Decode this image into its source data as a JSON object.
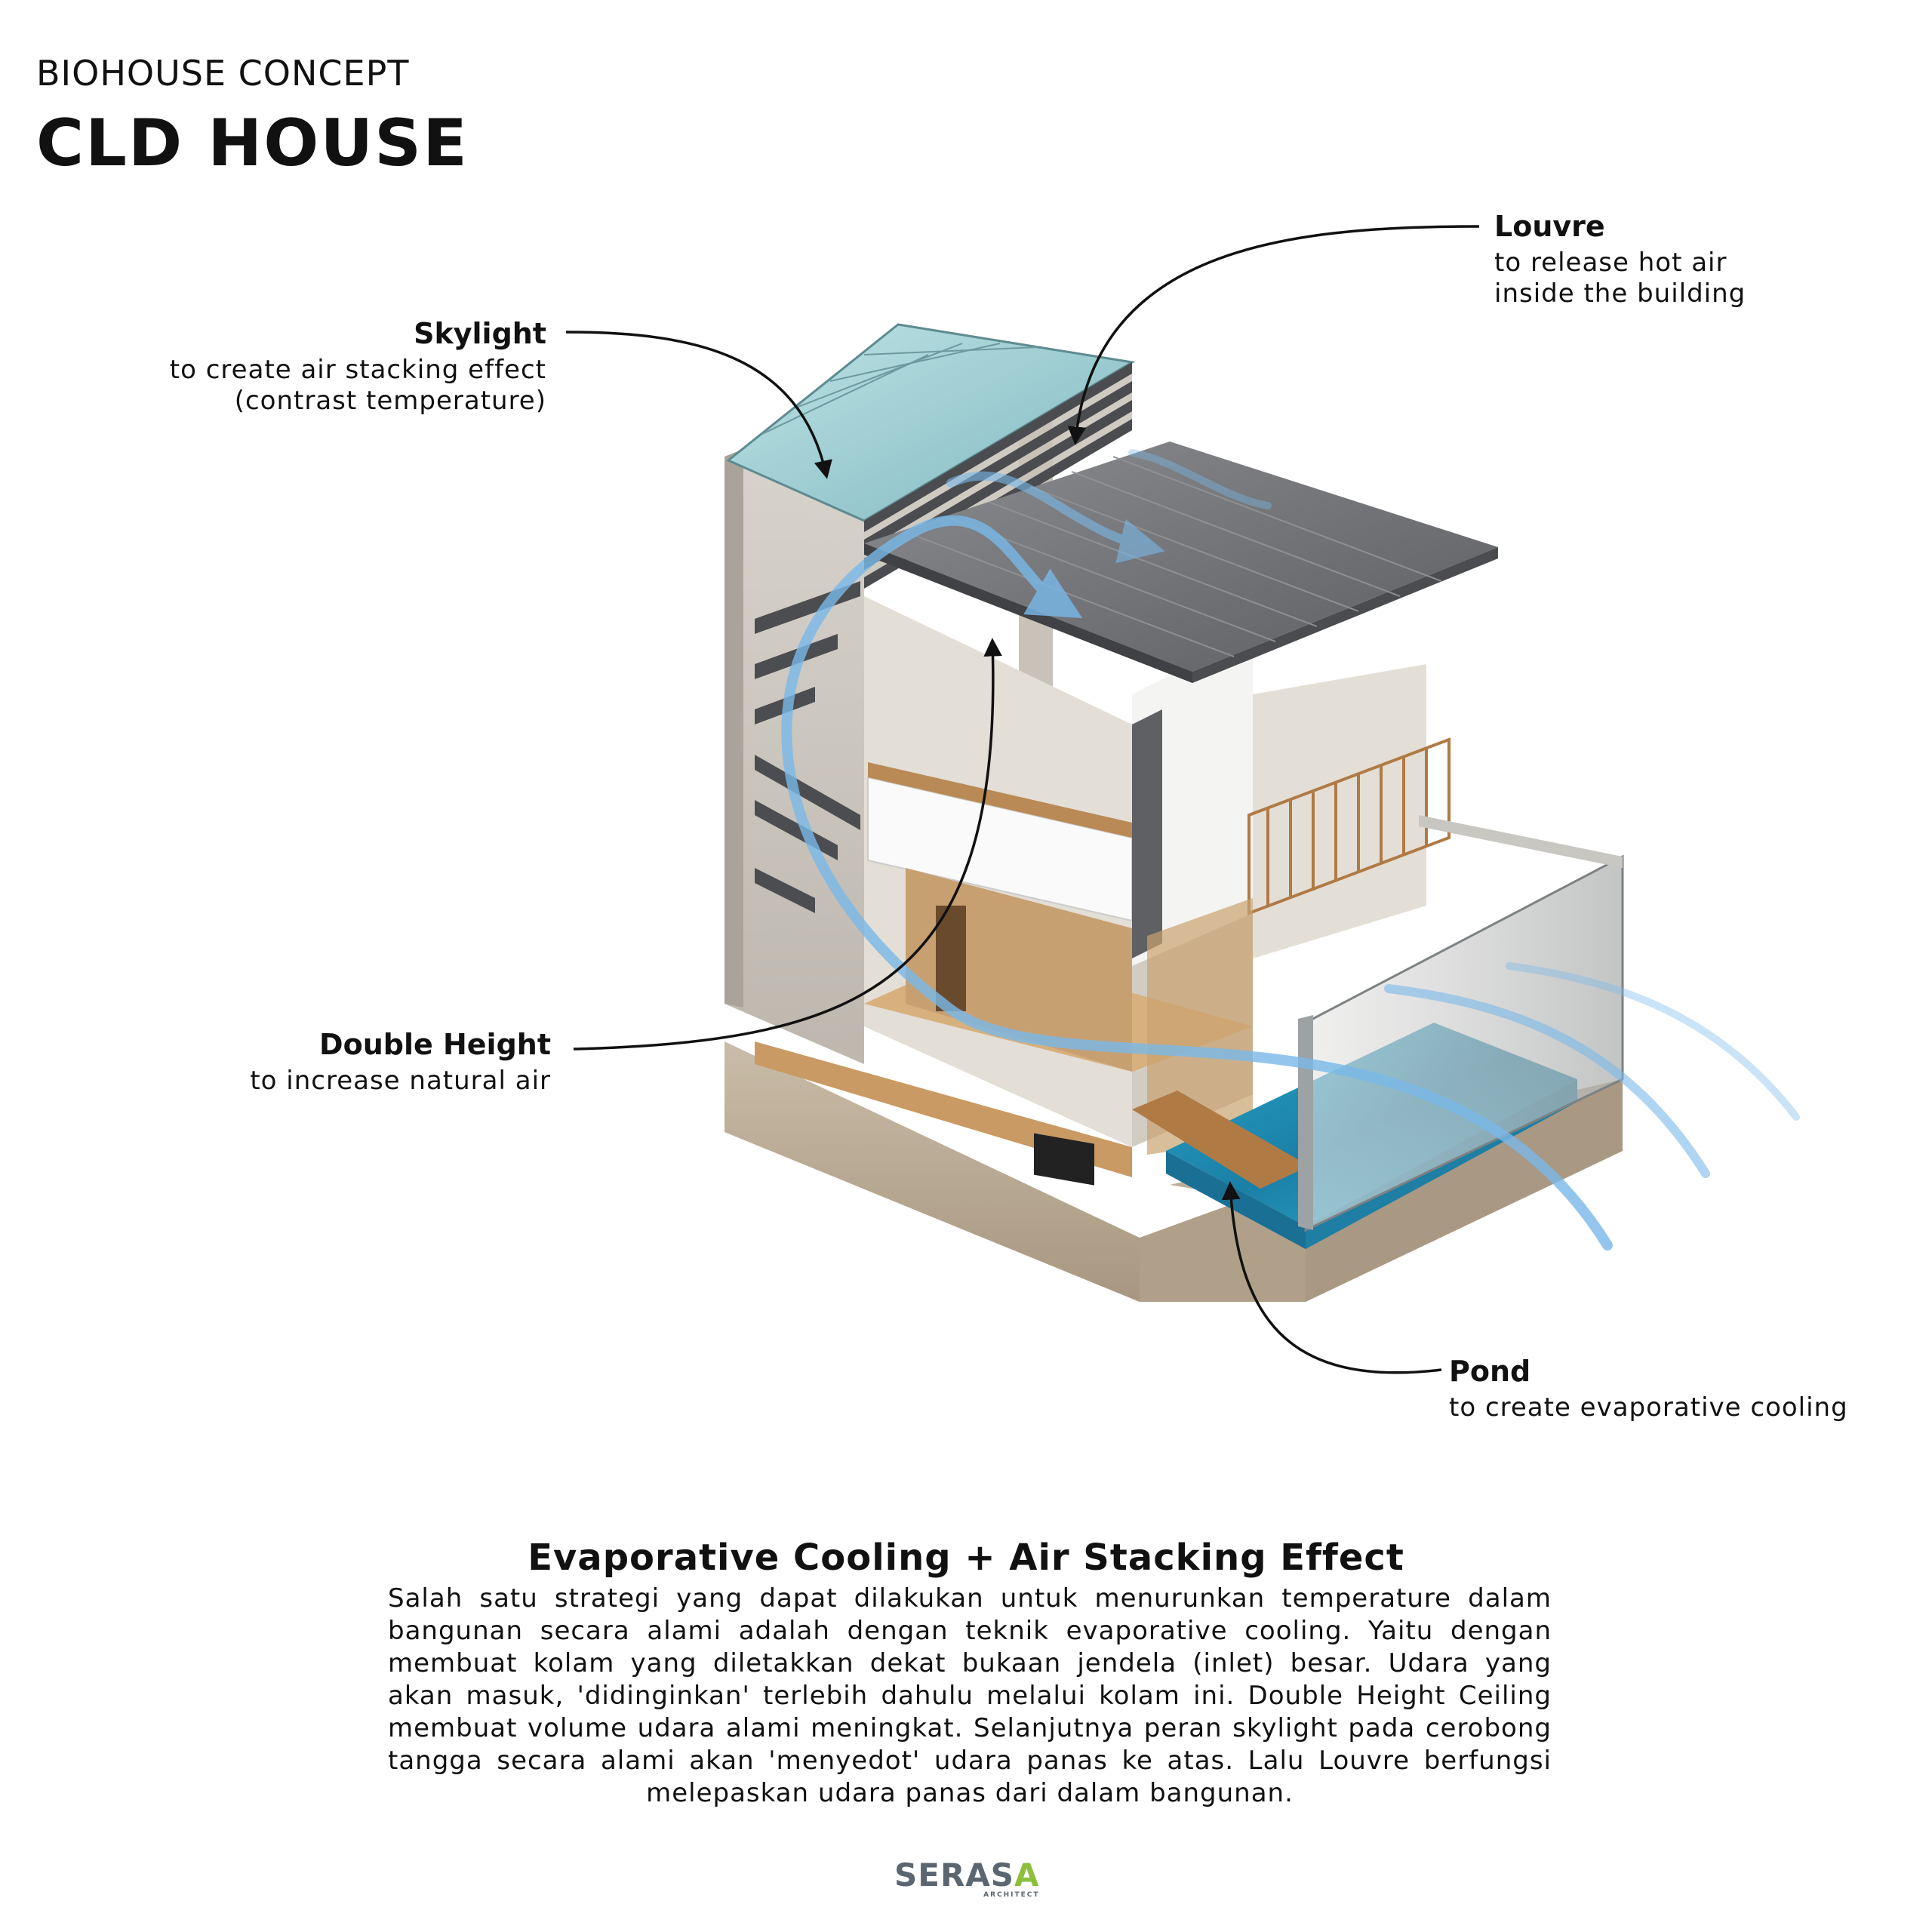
{
  "header": {
    "subtitle": "BIOHOUSE CONCEPT",
    "title": "CLD HOUSE"
  },
  "annotations": {
    "skylight": {
      "title": "Skylight",
      "desc": [
        "to create air stacking effect",
        "(contrast temperature)"
      ]
    },
    "louvre": {
      "title": "Louvre",
      "desc": [
        "to release hot air",
        "inside the building"
      ]
    },
    "double_height": {
      "title": "Double Height",
      "desc": [
        "to increase natural air"
      ]
    },
    "pond": {
      "title": "Pond",
      "desc": [
        "to create evaporative cooling"
      ]
    }
  },
  "section": {
    "heading": "Evaporative Cooling + Air Stacking Effect",
    "body": "Salah satu strategi yang dapat dilakukan untuk menurunkan temperature dalam bangunan secara alami adalah dengan teknik evaporative cooling. Yaitu dengan membuat kolam yang diletakkan dekat bukaan jendela (inlet) besar. Udara yang akan masuk, 'didinginkan' terlebih dahulu melalui kolam ini. Double Height Ceiling membuat volume udara alami meningkat. Selanjutnya peran skylight pada cerobong tangga secara alami akan 'menyedot' udara panas ke atas. Lalu Louvre berfungsi melepaskan udara panas dari dalam bangunan."
  },
  "logo": {
    "main": "SERAS",
    "accent": "A",
    "sub": "ARCHITECT"
  },
  "colors": {
    "airflow": "#6fb3e8",
    "pond": "#1f8fb5",
    "roof": "#6d6f72",
    "soil": "#b9aa94",
    "wood": "#c99a63",
    "logo_accent": "#8dbf3d"
  }
}
